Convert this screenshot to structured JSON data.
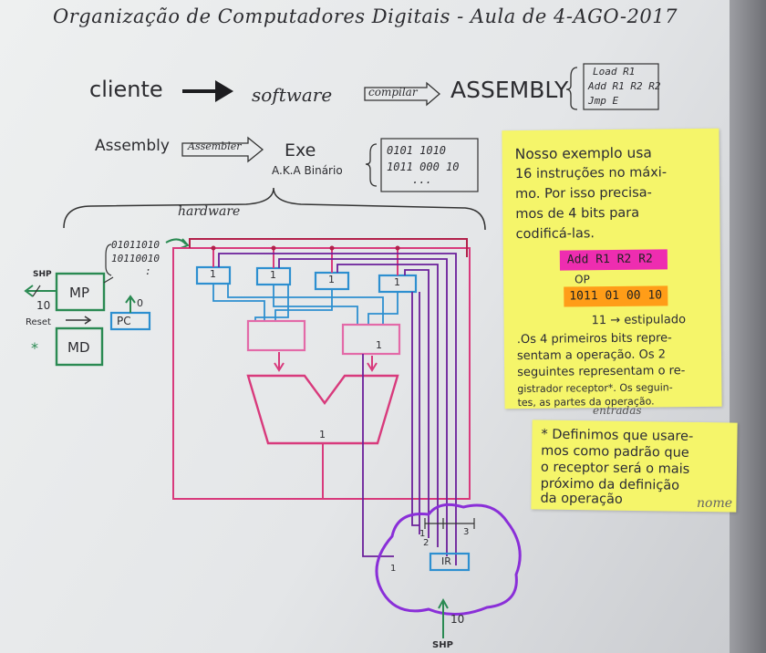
{
  "title": "Organização de Computadores Digitais - Aula de 4-AGO-2017",
  "row1": {
    "cliente": "cliente",
    "software": "software",
    "compilar": "compilar",
    "assembly": "ASSEMBLY",
    "instructions": [
      "Load R1",
      "Add R1 R2 R2",
      "Jmp E"
    ]
  },
  "row2": {
    "assembly": "Assembly",
    "assembler": "Assembler",
    "exe": "Exe",
    "aka": "A.K.A Binário",
    "binary": [
      "0101 1010",
      "1011 000 10",
      "..."
    ]
  },
  "hardware_label": "hardware",
  "left": {
    "bits": [
      "01011010",
      "10110010",
      ":"
    ],
    "shp": "SHP",
    "mp": "MP",
    "val1": "10",
    "reset": "Reset",
    "pc": "PC",
    "pc_val": "0",
    "star": "*",
    "md": "MD"
  },
  "diagram": {
    "reg_labels": [
      "1",
      "1",
      "1",
      "1"
    ],
    "mux_label": "1",
    "alu_label": "1",
    "ir": "IR",
    "ir_nums": [
      "1",
      "2",
      "3",
      "1"
    ],
    "ir_shp": "SHP",
    "ir_val": "10"
  },
  "note1": {
    "lines": [
      "Nosso exemplo usa",
      "16 instruções no máxi-",
      "mo. Por isso precisa-",
      "mos de 4 bits para",
      "codificá-las."
    ],
    "pink_tag": "Add R1 R2 R2",
    "op": "OP",
    "orange_tag": "1011 01 00 10",
    "estipulado": "11 → estipulado",
    "lines2": [
      ".Os 4 primeiros bits repre-",
      "sentam a operação. Os 2",
      "seguintes representam o re-",
      "gistrador receptor*. Os seguin-",
      "tes, as partes da operação."
    ],
    "entradas": "entradas"
  },
  "note2": {
    "lines": [
      "* Definimos que usare-",
      "mos como padrão que",
      "o receptor será o mais",
      "próximo da definição",
      "da operação"
    ],
    "nome": "nome"
  },
  "colors": {
    "pink": "#d83a7c",
    "blue": "#2d8fd0",
    "purple": "#6b1f9a",
    "violet": "#8a2fd8",
    "green": "#2a8a52",
    "darkred": "#b2204a"
  }
}
